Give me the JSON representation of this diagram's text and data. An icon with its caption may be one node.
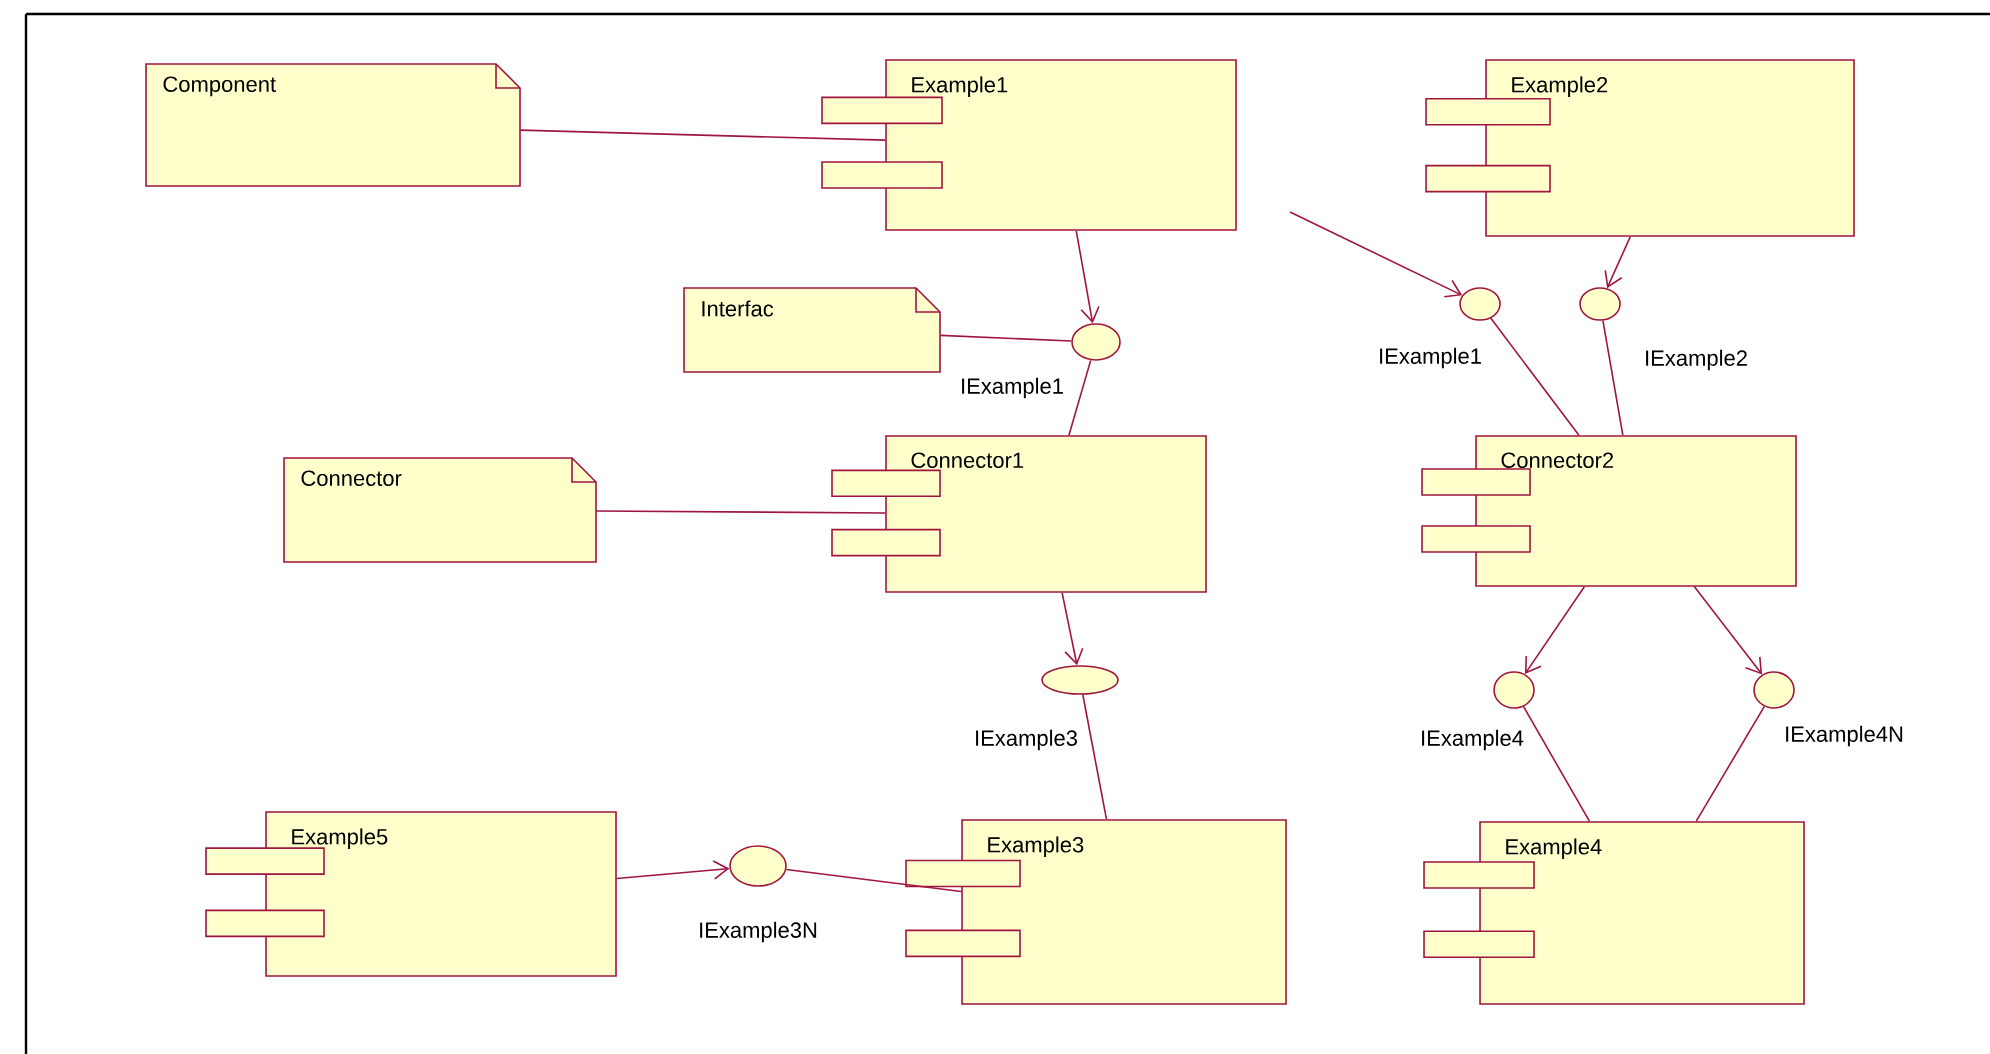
{
  "diagram": {
    "nodes": [
      {
        "text": [
          "Component"
        ]
      },
      {
        "text": [
          "Example1"
        ]
      },
      {
        "text": [
          "Example2"
        ]
      },
      {
        "text": [
          "Interfac"
        ]
      },
      {
        "text": [],
        "shape": "circle",
        "beside": [
          "IExample1"
        ]
      },
      {
        "text": [],
        "shape": "circle",
        "beside": [
          "IExample1"
        ]
      },
      {
        "text": [],
        "shape": "circle",
        "beside": [
          "IExample2"
        ]
      },
      {
        "text": [
          "Connector"
        ]
      },
      {
        "text": [
          "Connector1"
        ]
      },
      {
        "text": [
          "Connector2"
        ]
      },
      {
        "text": [],
        "shape": "circle",
        "beside": [
          "IExample3"
        ]
      },
      {
        "text": [],
        "shape": "circle",
        "beside": [
          "IExample4"
        ]
      },
      {
        "text": [],
        "shape": "circle",
        "beside": [
          "IExample4N"
        ]
      },
      {
        "text": [
          "Example5"
        ]
      },
      {
        "text": [],
        "shape": "circle",
        "beside": [
          "IExample3N"
        ]
      },
      {
        "text": [
          "Example3"
        ]
      },
      {
        "text": [
          "Example4"
        ]
      }
    ],
    "edges": [
      {
        "from": 0,
        "to": 1,
        "arrow": "none"
      },
      {
        "from": 1,
        "to": 4,
        "arrow": "to"
      },
      {
        "from": 3,
        "to": 4,
        "arrow": "none"
      },
      {
        "from": 4,
        "to": 8,
        "arrow": "none"
      },
      {
        "from": null,
        "to": 5,
        "arrow": "to"
      },
      {
        "from": 2,
        "to": 6,
        "arrow": "to"
      },
      {
        "from": 5,
        "to": 9,
        "arrow": "none"
      },
      {
        "from": 6,
        "to": 9,
        "arrow": "none"
      },
      {
        "from": 7,
        "to": 8,
        "arrow": "none"
      },
      {
        "from": 8,
        "to": 10,
        "arrow": "to"
      },
      {
        "from": 10,
        "to": 15,
        "arrow": "none"
      },
      {
        "from": 9,
        "to": 11,
        "arrow": "to"
      },
      {
        "from": 9,
        "to": 12,
        "arrow": "to"
      },
      {
        "from": 11,
        "to": 16,
        "arrow": "none"
      },
      {
        "from": 12,
        "to": 16,
        "arrow": "none"
      },
      {
        "from": 13,
        "to": 14,
        "arrow": "to"
      },
      {
        "from": 14,
        "to": 15,
        "arrow": "none"
      }
    ]
  }
}
